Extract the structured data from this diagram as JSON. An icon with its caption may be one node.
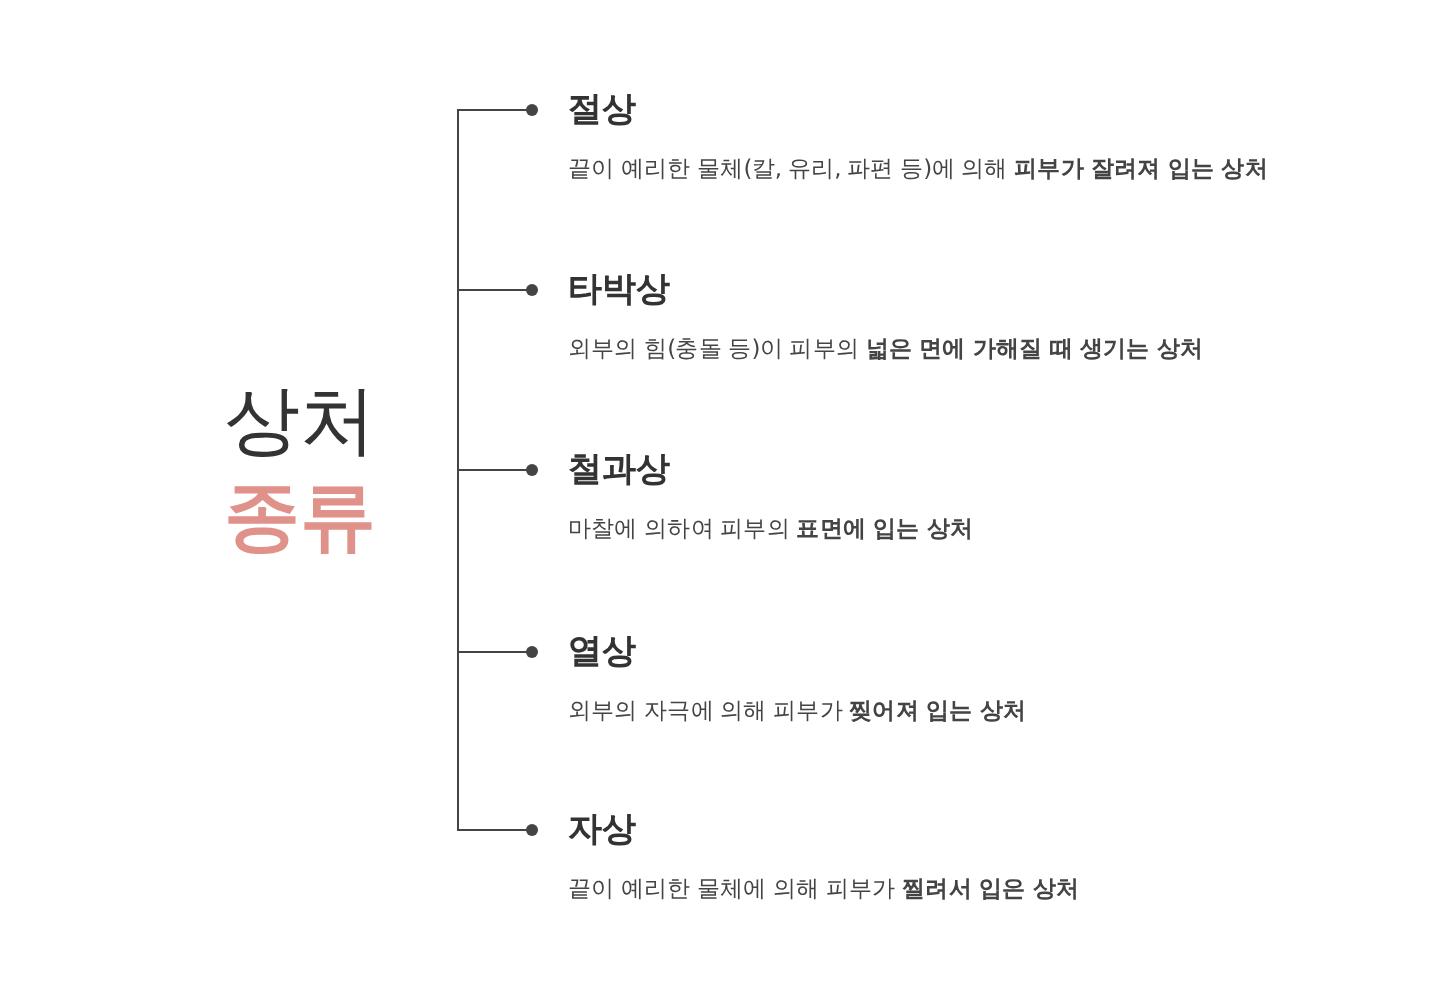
{
  "diagram": {
    "nodes": [
      {
        "text": [
          "상처",
          "종류"
        ]
      },
      {
        "text": [
          "절상",
          "끝이 예리한 물체(칼, 유리, 파편 등)에 의해 **피부가 잘려져 입는 상처**"
        ]
      },
      {
        "text": [
          "타박상",
          "외부의 힘(충돌 등)이 피부의 **넓은 면에 가해질 때 생기는 상처**"
        ]
      },
      {
        "text": [
          "철과상",
          "마찰에 의하여 피부의 **표면에 입는 상처**"
        ]
      },
      {
        "text": [
          "열상",
          "외부의 자극에 의해 피부가 **찢어져 입는 상처**"
        ]
      },
      {
        "text": [
          "자상",
          "끝이 예리한 물체에 의해 피부가 **찔려서 입은 상처**"
        ]
      }
    ],
    "edges": [
      {
        "from": null,
        "to": 1,
        "arrow": "other"
      },
      {
        "from": null,
        "to": 2,
        "arrow": "other"
      },
      {
        "from": null,
        "to": 3,
        "arrow": "other"
      },
      {
        "from": null,
        "to": 4,
        "arrow": "other"
      },
      {
        "from": null,
        "to": 5,
        "arrow": "other"
      }
    ]
  }
}
